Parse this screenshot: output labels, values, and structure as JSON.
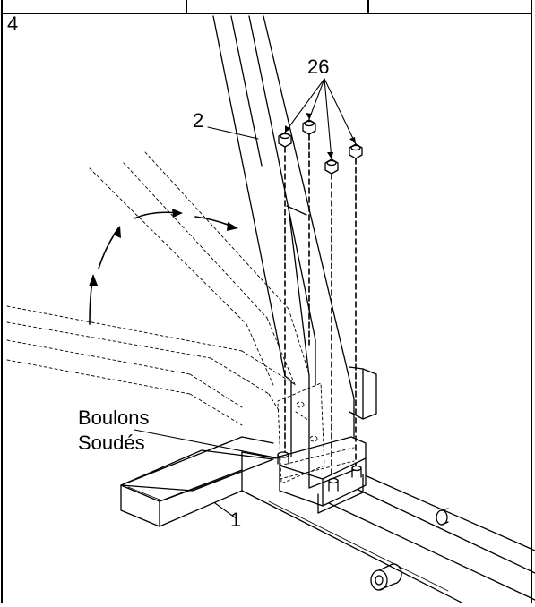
{
  "step_number": "4",
  "labels": {
    "part_26": "26",
    "part_2": "2",
    "part_1": "1",
    "welded_bolts_line1": "Boulons",
    "welded_bolts_line2": "Soudés"
  },
  "colors": {
    "ink": "#000000",
    "background": "#ffffff"
  }
}
